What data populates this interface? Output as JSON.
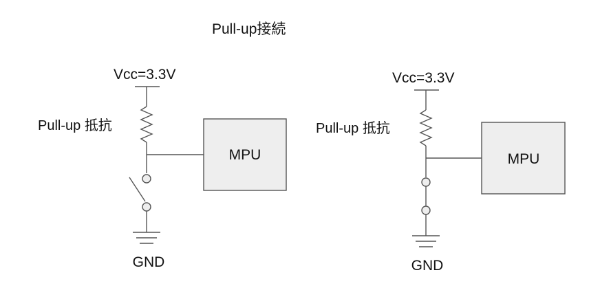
{
  "title": "Pull-up接続",
  "circuits": [
    {
      "vcc_label": "Vcc=3.3V",
      "resistor_label": "Pull-up 抵抗",
      "mpu_label": "MPU",
      "gnd_label": "GND",
      "switch_state": "open"
    },
    {
      "vcc_label": "Vcc=3.3V",
      "resistor_label": "Pull-up 抵抗",
      "mpu_label": "MPU",
      "gnd_label": "GND",
      "switch_state": "none"
    }
  ],
  "colors": {
    "wire": "#555555",
    "box_fill": "#eeeeee",
    "text": "#111111"
  }
}
